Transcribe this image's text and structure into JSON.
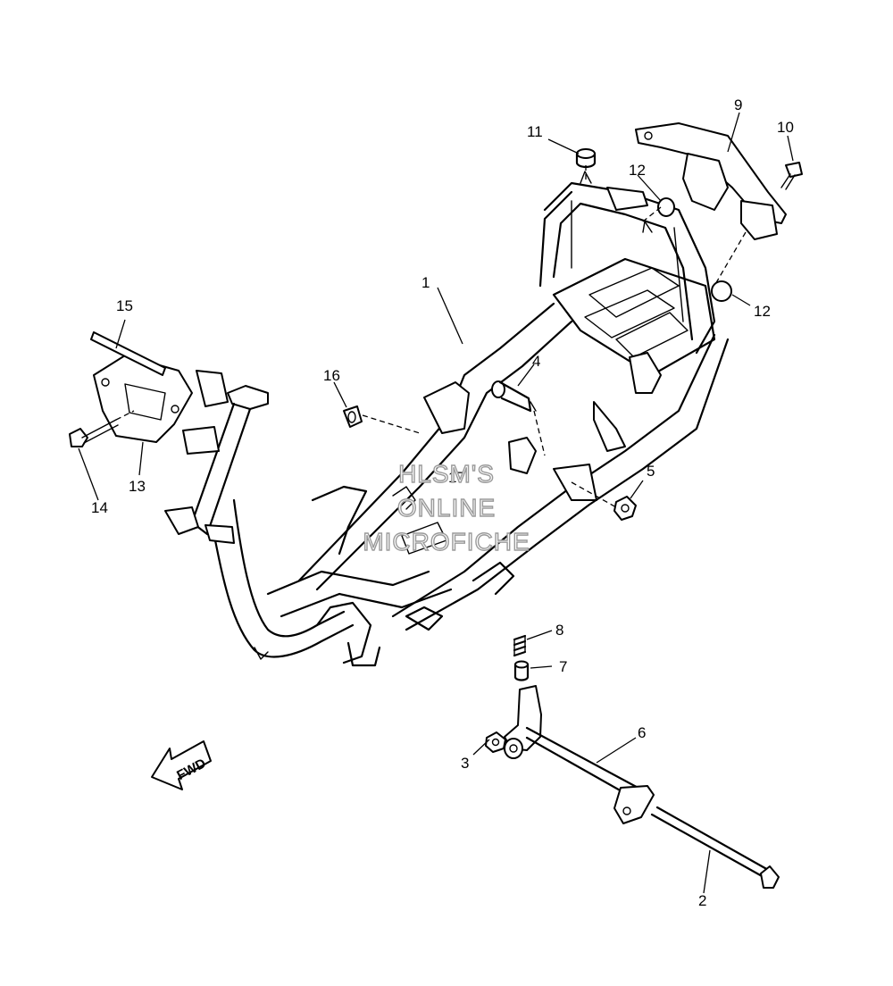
{
  "callouts": [
    {
      "id": "1",
      "label": "1"
    },
    {
      "id": "2",
      "label": "2"
    },
    {
      "id": "3",
      "label": "3"
    },
    {
      "id": "4",
      "label": "4"
    },
    {
      "id": "5",
      "label": "5"
    },
    {
      "id": "6",
      "label": "6"
    },
    {
      "id": "7",
      "label": "7"
    },
    {
      "id": "8",
      "label": "8"
    },
    {
      "id": "9",
      "label": "9"
    },
    {
      "id": "10",
      "label": "10"
    },
    {
      "id": "11",
      "label": "11"
    },
    {
      "id": "12a",
      "label": "12"
    },
    {
      "id": "12b",
      "label": "12"
    },
    {
      "id": "13",
      "label": "13"
    },
    {
      "id": "14",
      "label": "14"
    },
    {
      "id": "15",
      "label": "15"
    },
    {
      "id": "16",
      "label": "16"
    },
    {
      "id": "17",
      "label": "17"
    }
  ],
  "fwd_label": "FWD",
  "watermark": [
    "HLSM'S",
    "ONLINE",
    "MICROFICHE"
  ]
}
